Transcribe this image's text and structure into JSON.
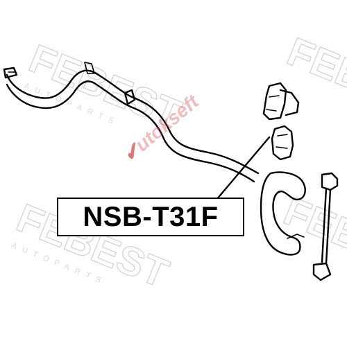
{
  "watermark": {
    "brand": "FEBEST",
    "subtitle": "AUTOPARTS"
  },
  "stamp": {
    "mark": "✔",
    "text": "utokseft"
  },
  "part_label": "NSB-T31F",
  "colors": {
    "line": "#000000",
    "watermark": "#d6d6d6",
    "stamp": "#d23c3c"
  }
}
